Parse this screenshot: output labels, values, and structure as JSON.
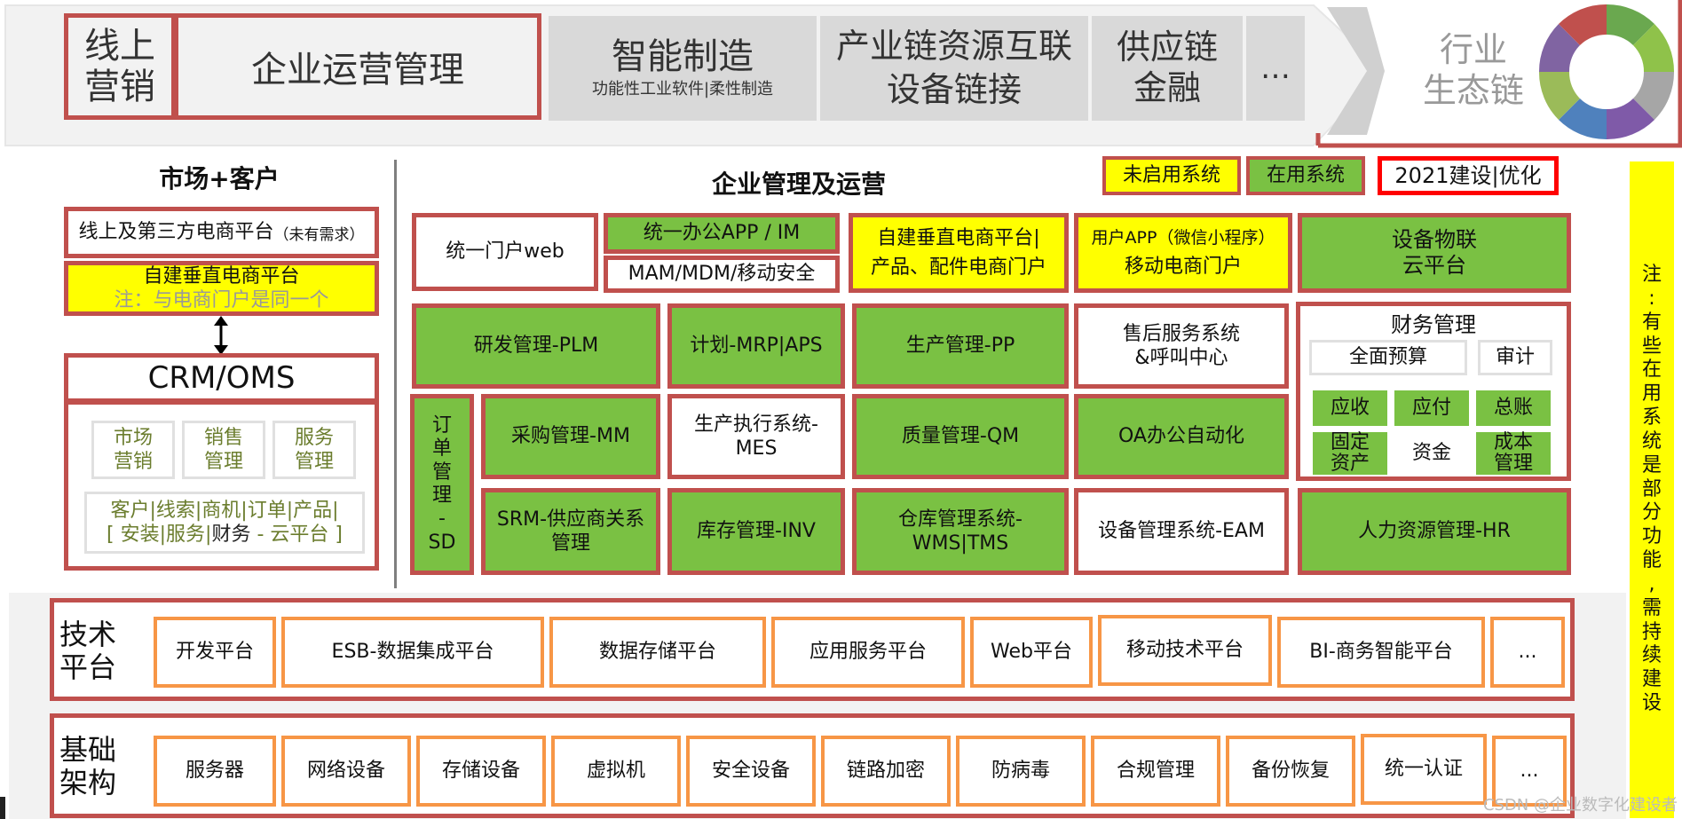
{
  "banner": {
    "online_marketing": "线上\n营销",
    "enterprise_ops": "企业运营管理",
    "smart_mfg": "智能制造",
    "smart_mfg_sub": "功能性工业软件|柔性制造",
    "industry_chain": "产业链资源互联\n设备链接",
    "supply_finance": "供应链\n金融",
    "more": "…",
    "ecosystem": "行业\n生态链"
  },
  "legend": {
    "unused": "未启用系统",
    "in_use": "在用系统",
    "build_2021": "2021建设|优化"
  },
  "market": {
    "title": "市场+客户",
    "third_party": "线上及第三方电商平台",
    "third_party_note": "（未有需求）",
    "vertical_ec": "自建垂直电商平台",
    "vertical_ec_note": "注：与电商门户是同一个",
    "crm_title": "CRM/OMS",
    "crm_items": [
      "市场\n营销",
      "销售\n管理",
      "服务\n管理"
    ],
    "crm_footer_line1": "客户|线索|商机|订单|产品|",
    "crm_footer_l2_a": "[ 安装|服务|",
    "crm_footer_l2_b": "财务",
    "crm_footer_l2_c": "  -  云平台 ]"
  },
  "enterprise": {
    "title": "企业管理及运营",
    "portal_web": "统一门户web",
    "office_app": "统一办公APP / IM",
    "mam": "MAM/MDM/移动安全",
    "vertical_ec": "自建垂直电商平台|\n产品、配件电商门户",
    "user_app": "用户APP（微信小程序）",
    "mobile_ec": "移动电商门户",
    "iot": "设备物联\n云平台",
    "plm": "研发管理-PLM",
    "mrp": "计划-MRP|APS",
    "pp": "生产管理-PP",
    "after_sales": "售后服务系统\n&呼叫中心",
    "finance_title": "财务管理",
    "budget": "全面预算",
    "audit": "审计",
    "ar": "应收",
    "ap": "应付",
    "gl": "总账",
    "fixed_assets": "固定\n资产",
    "funds": "资金",
    "cost": "成本\n管理",
    "sd": "订\n单\n管\n理\n-\nSD",
    "mm": "采购管理-MM",
    "mes": "生产执行系统-\nMES",
    "qm": "质量管理-QM",
    "oa": "OA办公自动化",
    "srm": "SRM-供应商关系\n管理",
    "inv": "库存管理-INV",
    "wms": "仓库管理系统-\nWMS|TMS",
    "eam": "设备管理系统-EAM",
    "hr": "人力资源管理-HR"
  },
  "note": "注\n:\n有\n些\n在\n用\n系\n统\n是\n部\n分\n功\n能\n,\n需\n持\n续\n建\n设",
  "tech": {
    "label": "技术\n平台",
    "items": [
      "开发平台",
      "ESB-数据集成平台",
      "数据存储平台",
      "应用服务平台",
      "Web平台",
      "移动技术平台",
      "BI-商务智能平台",
      "..."
    ]
  },
  "infra": {
    "label": "基础\n架构",
    "items": [
      "服务器",
      "网络设备",
      "存储设备",
      "虚拟机",
      "安全设备",
      "链路加密",
      "防病毒",
      "合规管理",
      "备份恢复",
      "统一认证",
      "..."
    ]
  },
  "watermark": "CSDN @企业数字化建设者",
  "colors": {
    "red_border": "#c0504d",
    "green": "#7ac143",
    "yellow": "#ffff00",
    "orange": "#f79646",
    "olive_text": "#6b7d2e"
  }
}
